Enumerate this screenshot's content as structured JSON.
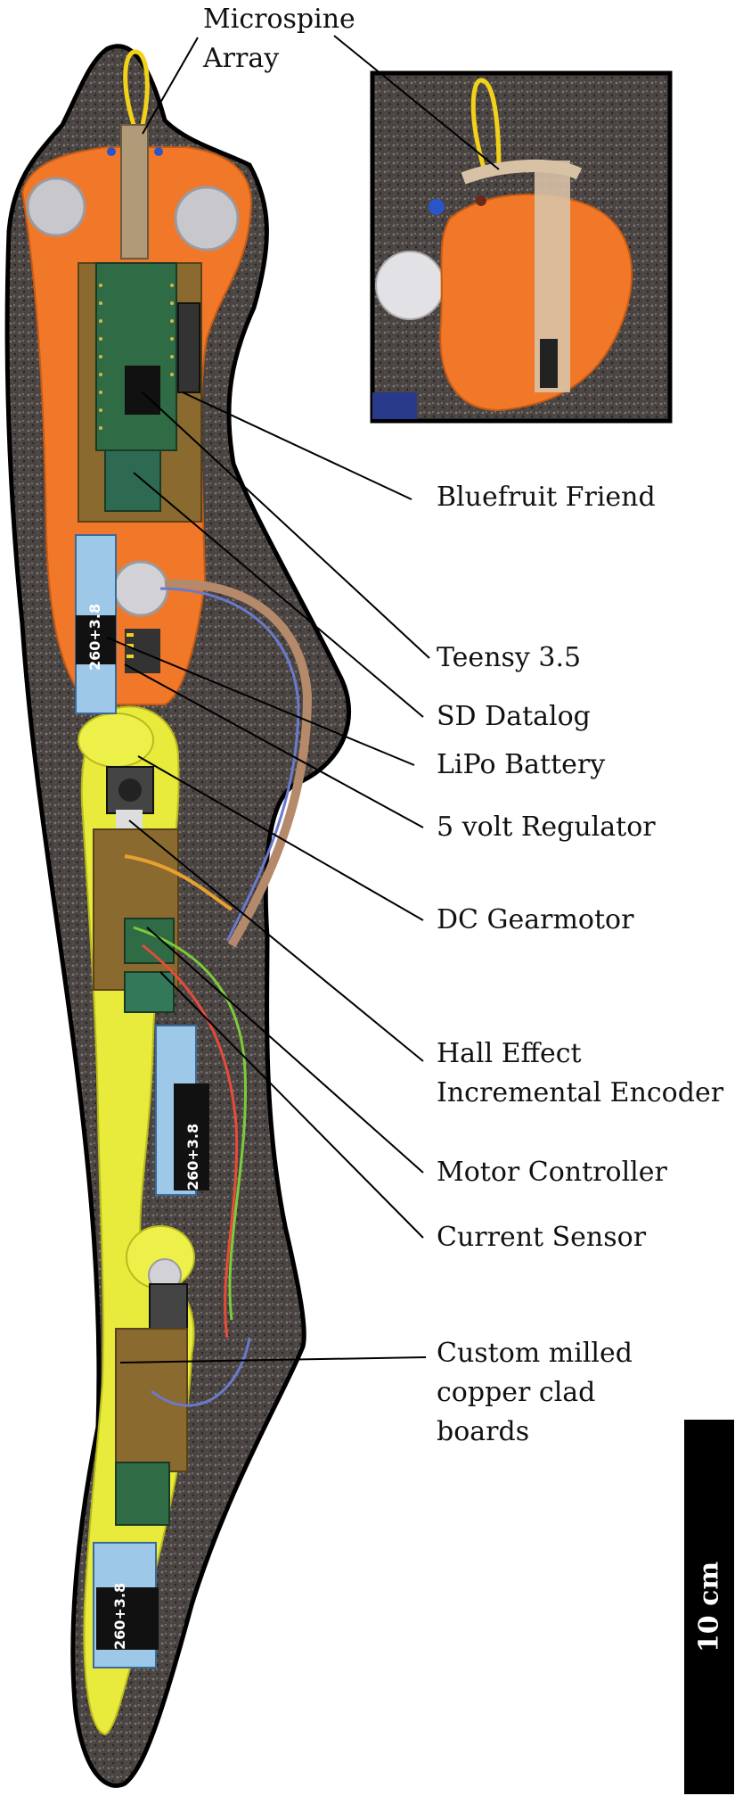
{
  "labels": {
    "microspine_array": "Microspine\nArray",
    "bluefruit_friend": "Bluefruit Friend",
    "teensy": "Teensy 3.5",
    "sd_datalog": "SD Datalog",
    "lipo_battery": "LiPo Battery",
    "regulator": "5 volt Regulator",
    "dc_gearmotor": "DC Gearmotor",
    "hall_encoder": "Hall Effect\nIncremental Encoder",
    "motor_controller": "Motor Controller",
    "current_sensor": "Current Sensor",
    "custom_boards": "Custom milled\ncopper clad\nboards"
  },
  "battery_label": "260+3.8",
  "scale_bar": {
    "label": "10 cm"
  },
  "colors": {
    "carpet": "#4a4442",
    "orange_frame": "#f07828",
    "yellow_frame": "#e8ea3c",
    "pcb": "#8a6a2e",
    "board_green": "#2f6b45",
    "battery_blue": "#9ec8e8",
    "wire_yellow": "#f2d11a"
  }
}
